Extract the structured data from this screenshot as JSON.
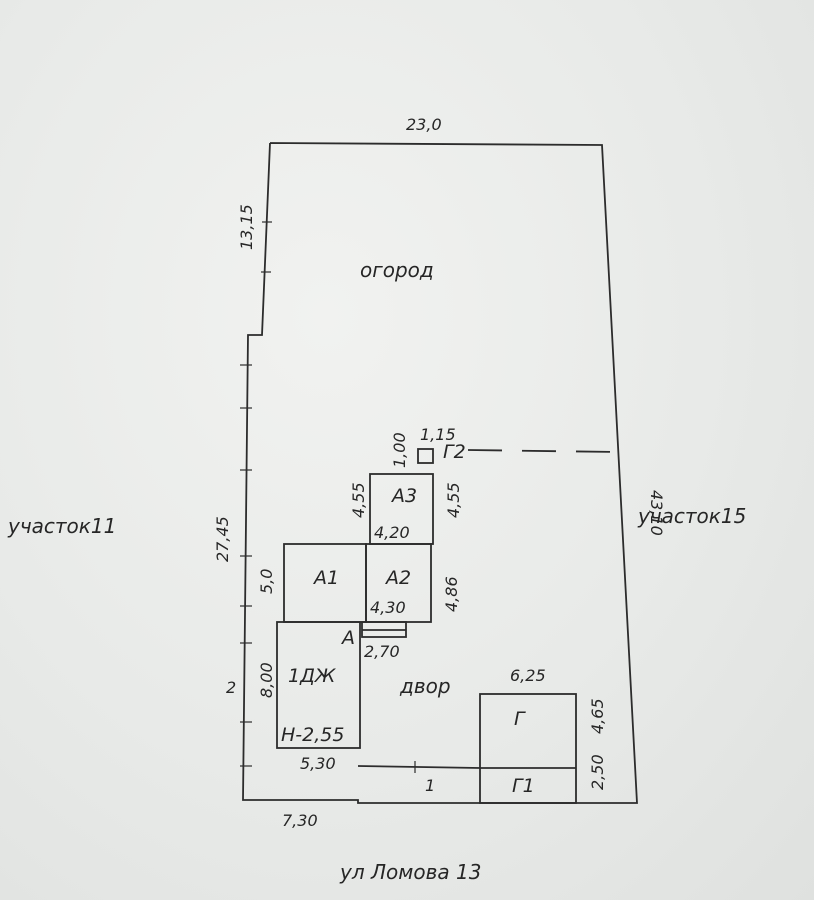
{
  "plan": {
    "top_width": "23,0",
    "left_upper": "13,15",
    "left_middle": "27,45",
    "left_lower_index": "2",
    "bottom_left": "7,30",
    "right_side": "43,10",
    "neighbor_left": "участок11",
    "neighbor_right": "участок15",
    "street": "ул Ломова 13",
    "garden": "огород",
    "yard": "двор",
    "gate": "1"
  },
  "buildings": {
    "a3": {
      "label": "А3",
      "left": "4,55",
      "right": "4,55",
      "bottom": "4,20"
    },
    "a1": {
      "label": "А1",
      "left": "5,0"
    },
    "a2": {
      "label": "А2",
      "right": "4,86",
      "bottom": "4,30"
    },
    "a": {
      "label": "А",
      "porch": "2,70"
    },
    "house": {
      "label": "1ДЖ",
      "height": "Н-2,55",
      "left": "8,00",
      "bottom": "5,30"
    },
    "g2": {
      "label": "Г2",
      "w": "1,15",
      "h": "1,00"
    },
    "garage": {
      "label": "Г",
      "width": "6,25",
      "right": "4,65"
    },
    "g1": {
      "label": "Г1",
      "right": "2,50"
    }
  }
}
